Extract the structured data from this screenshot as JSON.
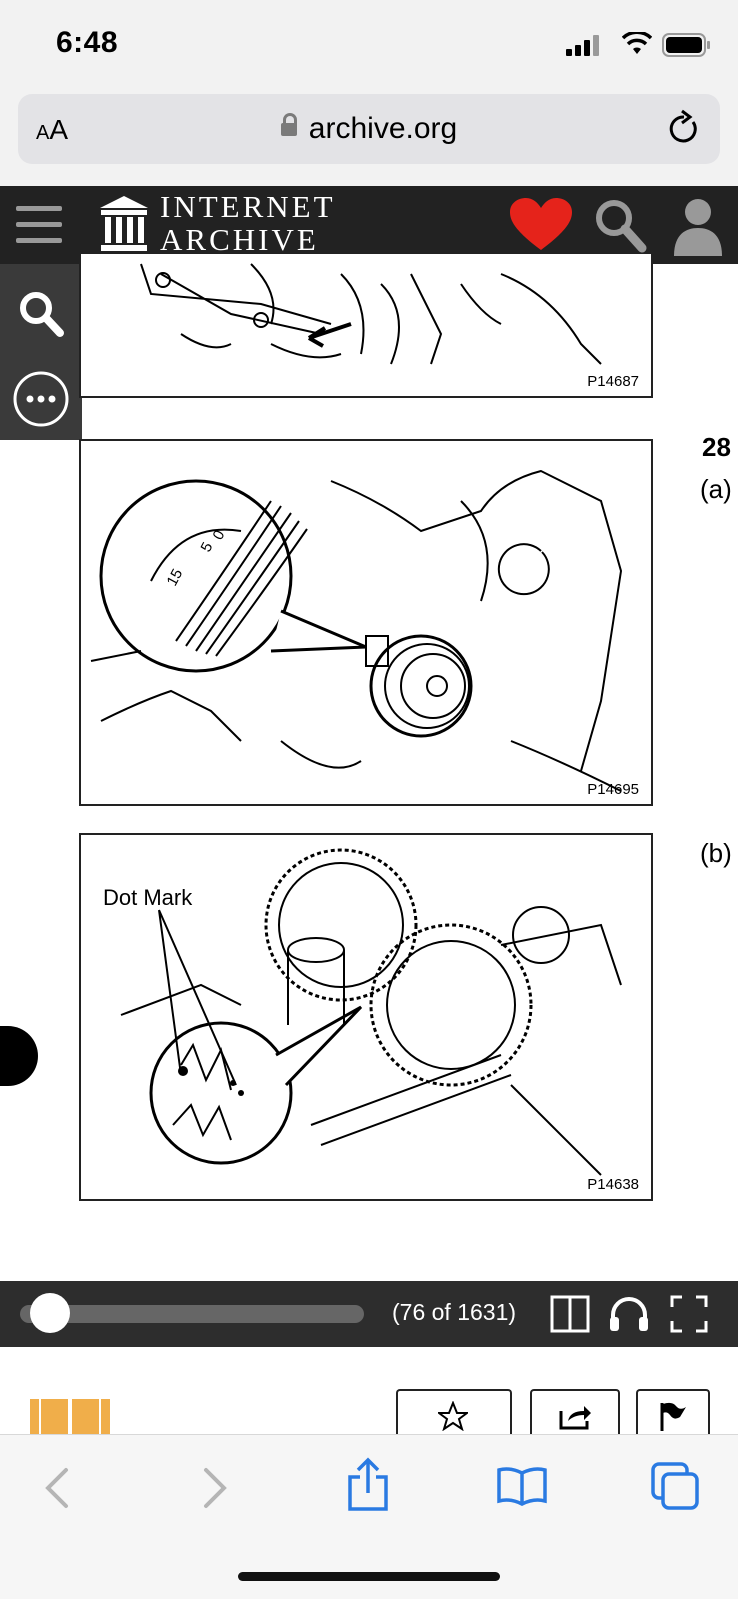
{
  "status_bar": {
    "time": "6:48"
  },
  "url_bar": {
    "text_size_label_small": "A",
    "text_size_label_large": "A",
    "host": "archive.org"
  },
  "site_header": {
    "logo_line1": "INTERNET",
    "logo_line2": "ARCHIVE"
  },
  "book_page": {
    "figures": [
      {
        "caption": "P14687"
      },
      {
        "caption": "P14695",
        "gauge_digits": [
          "15",
          "5",
          "0"
        ]
      },
      {
        "caption": "P14638",
        "callout": "Dot Mark"
      }
    ],
    "side_labels": {
      "step_number": "28",
      "sub_a": "(a)",
      "sub_b": "(b)"
    }
  },
  "reader_toolbar": {
    "page_indicator": "(76 of 1631)",
    "progress_fraction": 0.046
  },
  "colors": {
    "heart": "#e5231b",
    "header_bg": "#222222",
    "safari_blue": "#2a7ae2",
    "book_orange": "#f0ae4a"
  }
}
